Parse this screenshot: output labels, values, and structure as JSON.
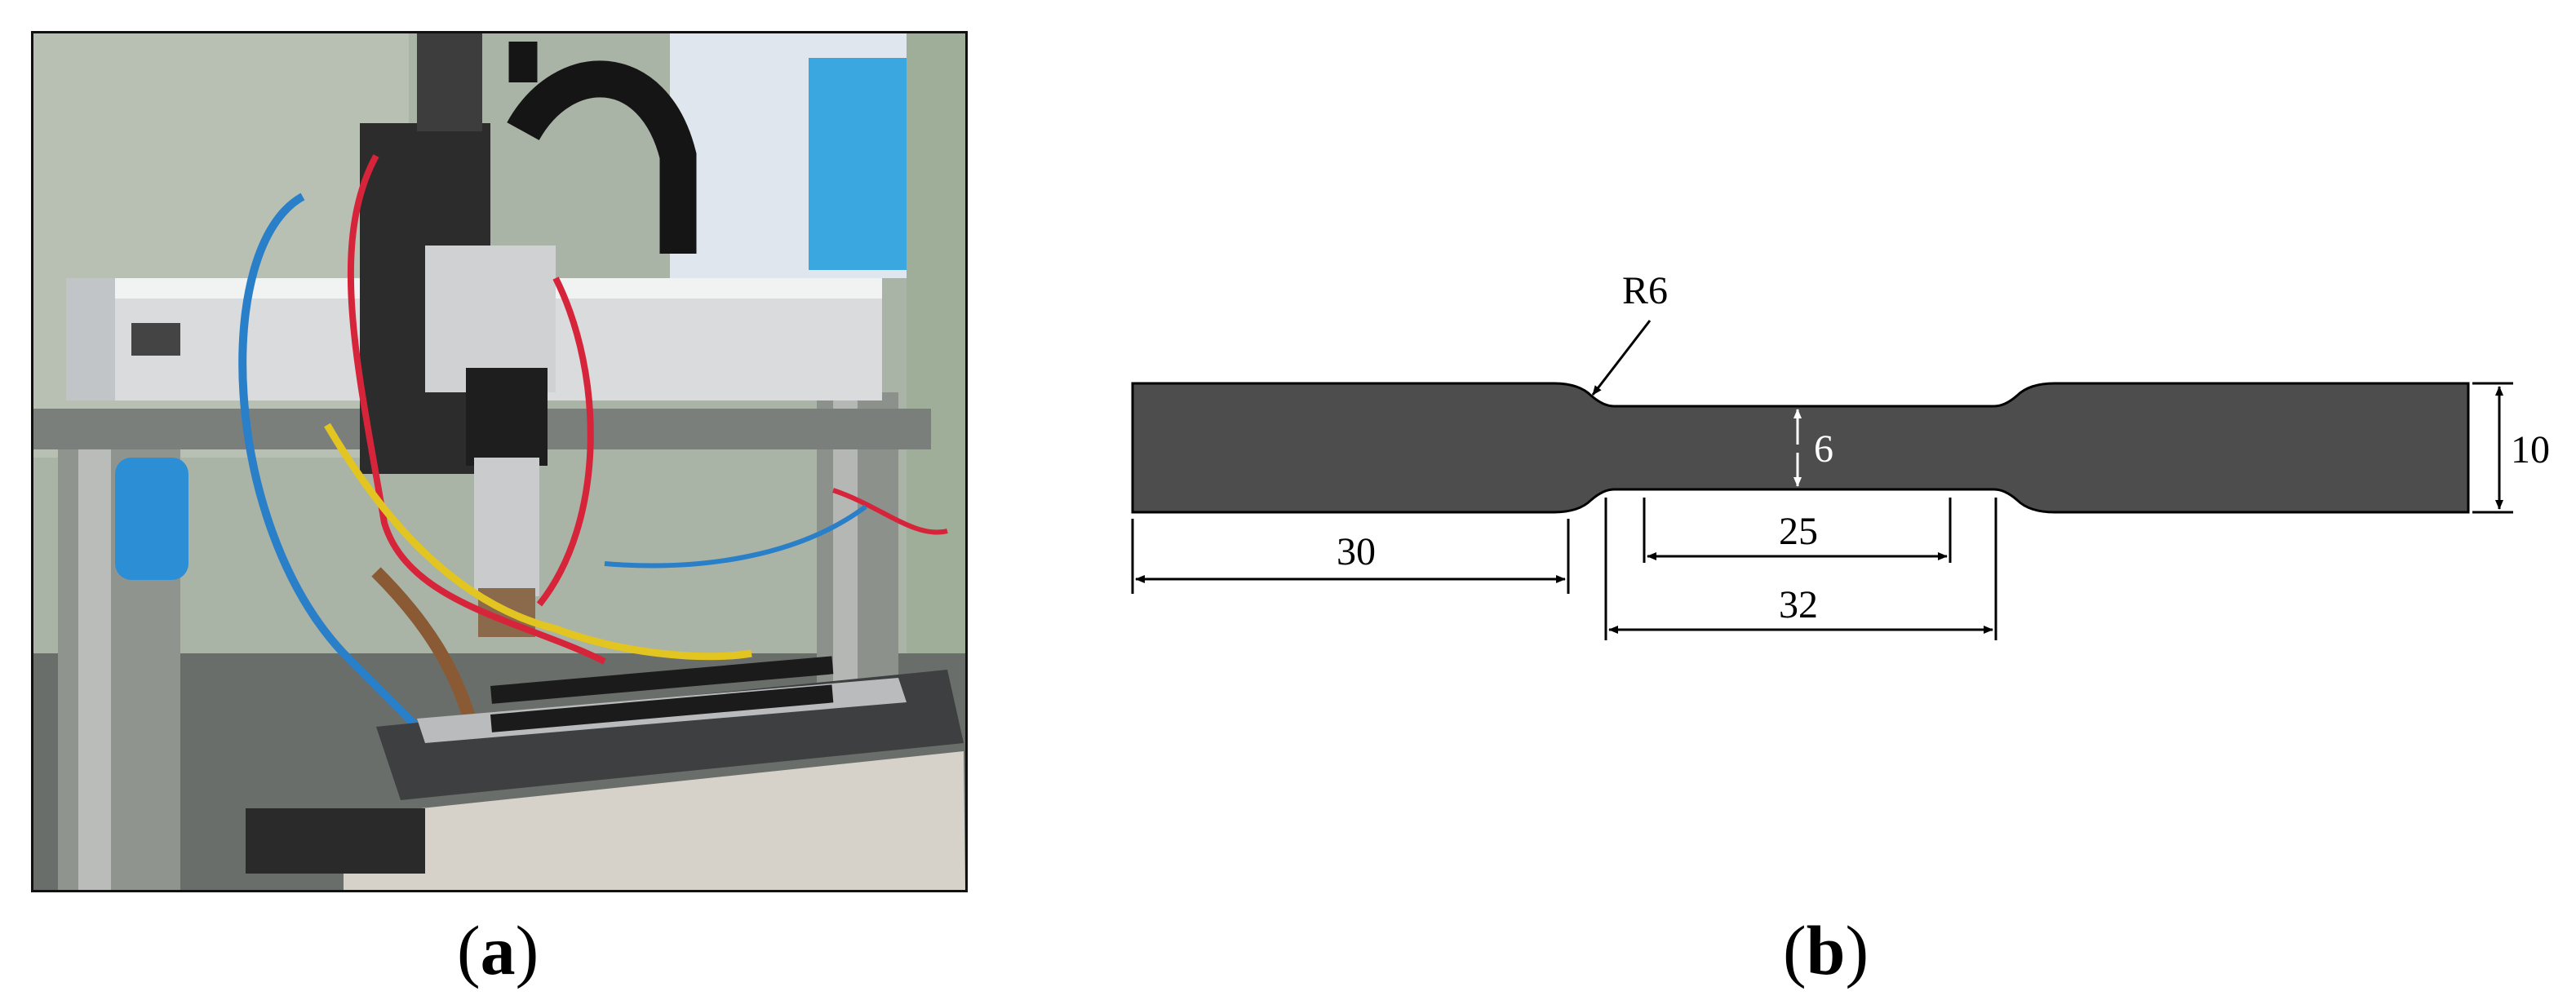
{
  "panel_a": {
    "caption_open": "(",
    "caption_letter": "a",
    "caption_close": ")"
  },
  "panel_b": {
    "caption_open": "(",
    "caption_letter": "b",
    "caption_close": ")",
    "labels": {
      "radius": "R6",
      "neck_width": "6",
      "total_width": "10",
      "grip_length": "30",
      "gauge_length": "25",
      "neck_length": "32"
    },
    "colors": {
      "specimen_fill": "#4d4d4d",
      "line": "#000000"
    }
  }
}
